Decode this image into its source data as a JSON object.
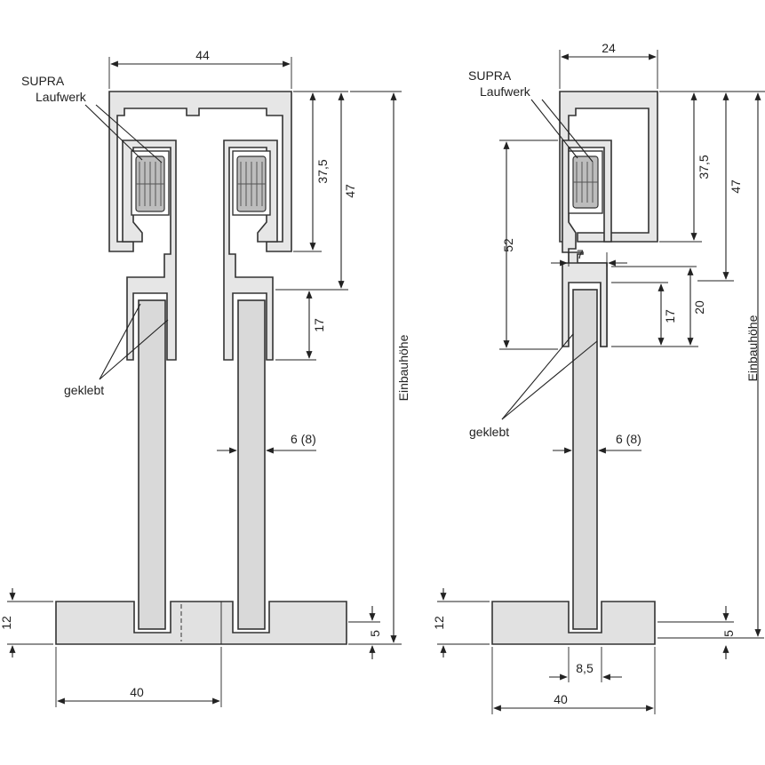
{
  "left": {
    "labels": {
      "supra": "SUPRA",
      "laufwerk": "Laufwerk",
      "geklebt": "geklebt",
      "einbau": "Einbauhöhe"
    },
    "dims": {
      "width_top": "44",
      "h375": "37,5",
      "h47": "47",
      "h17": "17",
      "glass": "6 (8)",
      "floor_h": "12",
      "floor_groove": "5",
      "floor_w": "40"
    }
  },
  "right": {
    "labels": {
      "supra": "SUPRA",
      "laufwerk": "Laufwerk",
      "geklebt": "geklebt",
      "einbau": "Einbauhöhe"
    },
    "dims": {
      "width_top": "24",
      "h375": "37,5",
      "h47": "47",
      "h52": "52",
      "gap7": "7",
      "h17": "17",
      "h20": "20",
      "glass": "6 (8)",
      "floor_h": "12",
      "floor_groove": "5",
      "groove_w": "8,5",
      "floor_w": "40"
    }
  },
  "colors": {
    "line": "#333333",
    "fill": "#e6e6e6",
    "glass": "#d9d9d9"
  }
}
